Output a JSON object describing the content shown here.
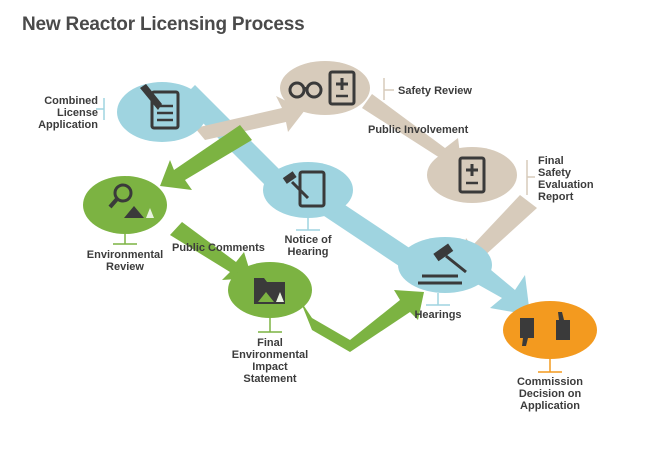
{
  "title": "New Reactor Licensing Process",
  "labels": {
    "combined_license_application": "Combined\nLicense\nApplication",
    "safety_review": "Safety Review",
    "public_involvement": "Public Involvement",
    "final_safety_evaluation_report": "Final\nSafety\nEvaluation\nReport",
    "environmental_review": "Environmental\nReview",
    "public_comments": "Public Comments",
    "notice_of_hearing": "Notice of\nHearing",
    "hearings": "Hearings",
    "final_environmental_impact_statement": "Final\nEnvironmental\nImpact\nStatement",
    "commission_decision": "Commission\nDecision on\nApplication"
  },
  "colors": {
    "blue_node": "#9fd4e0",
    "blue_arrow": "#9fd4e0",
    "tan_node": "#d7cbbb",
    "tan_arrow": "#d7cbbb",
    "green_node": "#7cb342",
    "green_arrow": "#7cb342",
    "orange_node": "#f39a1f",
    "icon_dark": "#3a3a3a"
  },
  "icons": {
    "application": "document-pen-icon",
    "safety_review": "glasses-document-icon",
    "fser": "document-plus-icon",
    "environmental_review": "magnifier-landscape-icon",
    "notice_of_hearing": "gavel-document-icon",
    "hearings": "gavel-icon",
    "feis": "folder-landscape-icon",
    "decision": "thumbs-icon"
  }
}
